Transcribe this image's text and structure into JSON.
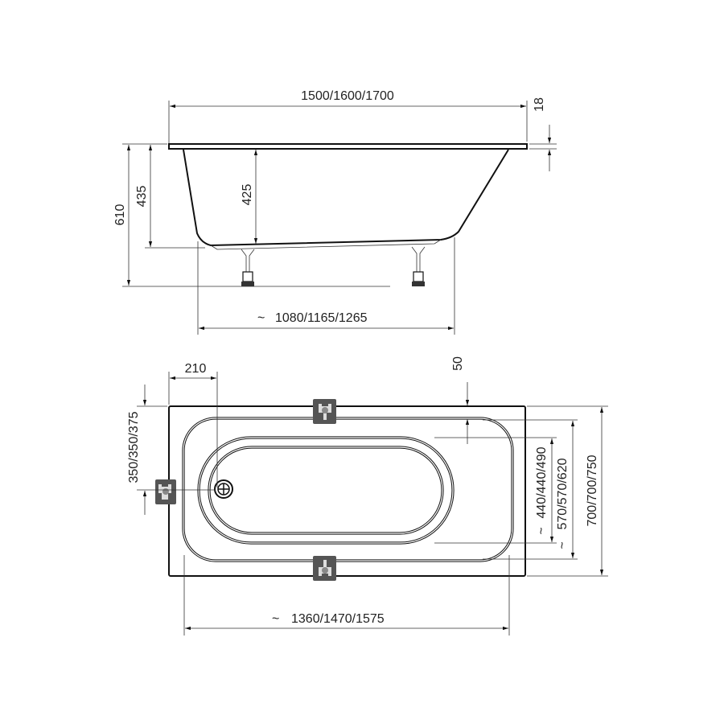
{
  "side_view": {
    "length": "1500/1600/1700",
    "rim_thickness": "18",
    "total_height": "610",
    "tub_height": "435",
    "inner_depth": "425",
    "bottom_length": "1080/1165/1265",
    "tilde": "~"
  },
  "plan_view": {
    "drain_offset": "210",
    "rim_offset": "50",
    "drain_center": "350/350/375",
    "bottom_width": "440/440/490",
    "inner_width": "570/570/620",
    "total_width": "700/700/750",
    "inner_length": "1360/1470/1575",
    "tilde": "~"
  },
  "colors": {
    "line": "#111111",
    "bracket": "#555555"
  }
}
